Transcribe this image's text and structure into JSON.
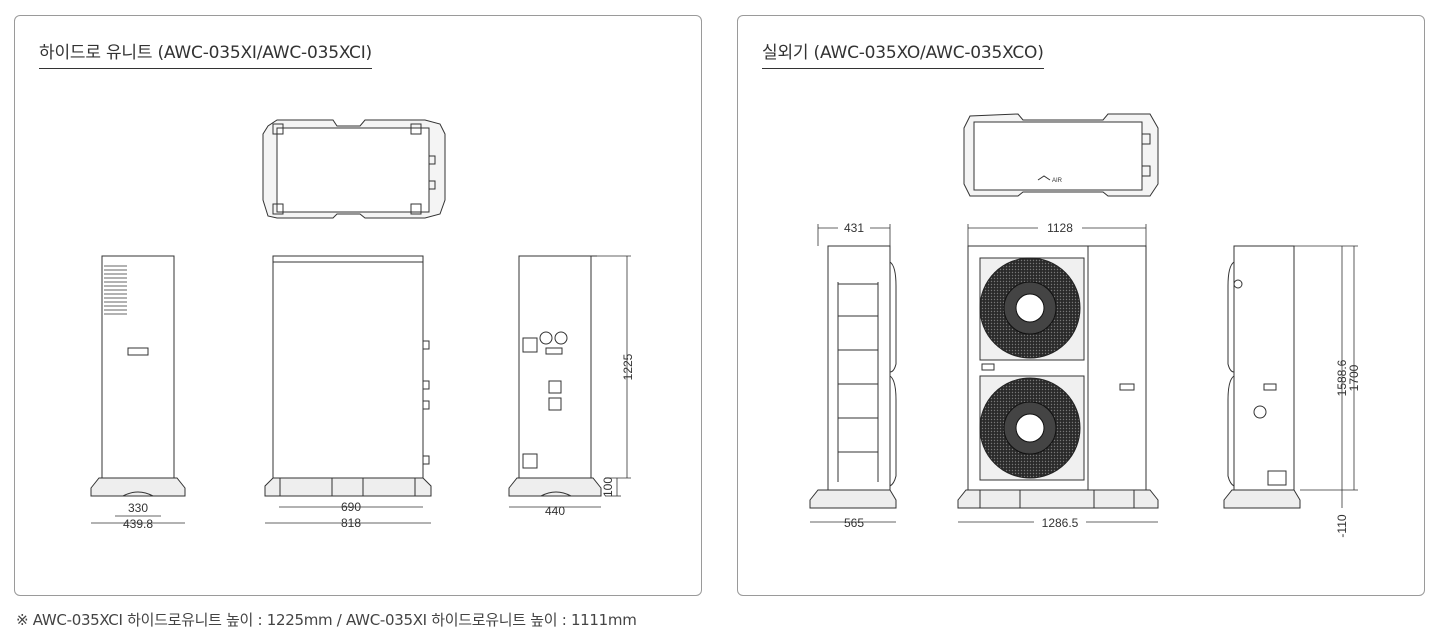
{
  "hydro": {
    "title": "하이드로 유니트 (AWC-035XI/AWC-035XCI)",
    "dims": {
      "side_inner": "330",
      "side_outer": "439.8",
      "front_inner": "690",
      "front_outer": "818",
      "rear_width": "440",
      "height": "1225",
      "base_height": "100"
    }
  },
  "outdoor": {
    "title": "실외기 (AWC-035XO/AWC-035XCO)",
    "top_label": "AIR",
    "dims": {
      "side_top": "431",
      "side_bottom": "565",
      "front_top": "1128",
      "front_bottom": "1286.5",
      "height_inner": "1588.6",
      "height_outer": "1700",
      "base": "-110"
    }
  },
  "footnote": "※ AWC-035XCI 하이드로유니트 높이 : 1225mm / AWC-035XI 하이드로유니트 높이 : 1111mm",
  "colors": {
    "line": "#333333",
    "border": "#9a9a9a",
    "fan": "#2a2a2a"
  }
}
